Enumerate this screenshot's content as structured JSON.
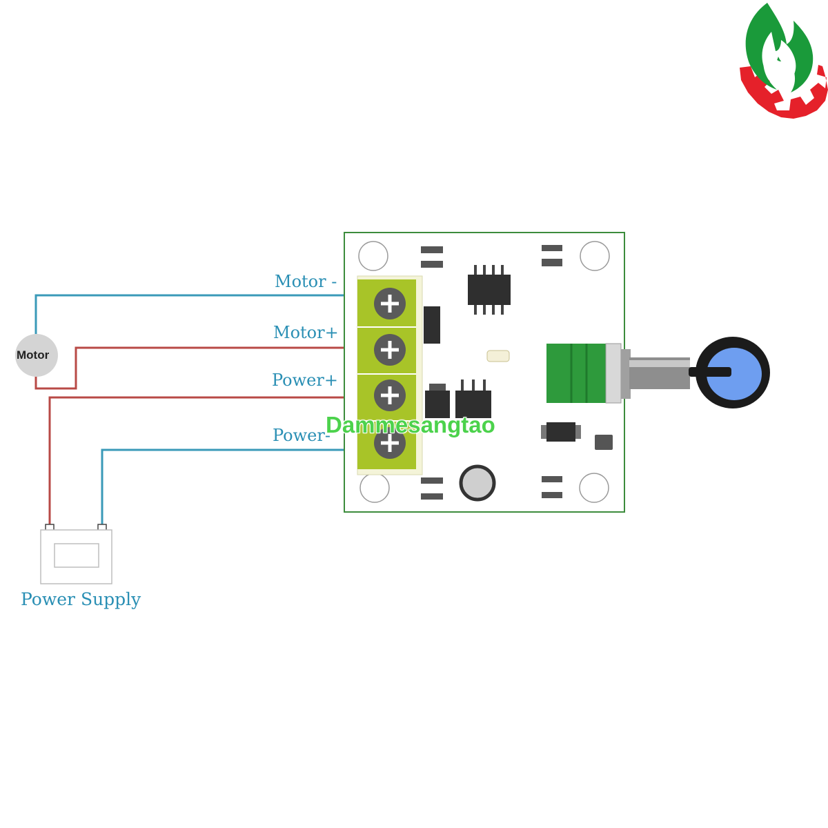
{
  "diagram": {
    "labels": {
      "motor_minus": "Motor -",
      "motor_plus": "Motor+",
      "power_plus": "Power+",
      "power_minus": "Power-",
      "motor": "Motor",
      "power_supply": "Power Supply"
    },
    "watermark": "Dammesangtao",
    "logo": {
      "name": "flame-gear-logo",
      "flame_color": "#1a9a3a",
      "gear_color": "#e5212a"
    },
    "colors": {
      "wire_blue": "#3a9ab8",
      "wire_red": "#b84a46",
      "label_blue": "#2a8fb4",
      "board_outline": "#3c8c3c",
      "terminal_block": "#a8c428",
      "potentiometer": "#2e9a3c",
      "knob": "#6e9ef0",
      "watermark": "#4cd24c"
    }
  }
}
